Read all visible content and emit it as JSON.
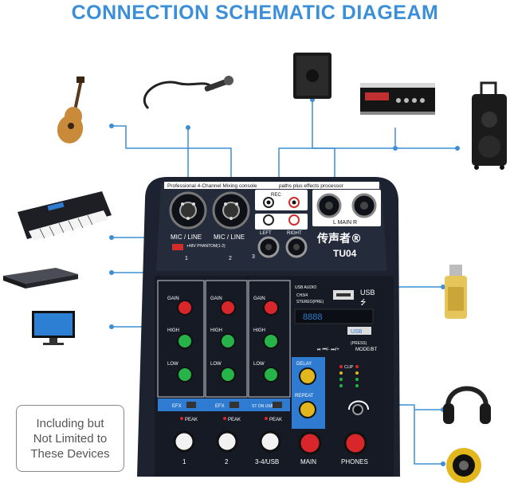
{
  "title": "CONNECTION SCHEMATIC DIAGEAM",
  "note": {
    "line1": "Including but",
    "line2": "Not Limited to",
    "line3": "These Devices"
  },
  "mixer": {
    "header": "Professional 4-Channel Mixing console",
    "header_right": "paths plus effects processor",
    "brand": "传声者®",
    "model": "TU04",
    "mic_line_1": "MIC / LINE",
    "mic_line_2": "MIC / LINE",
    "phantom": "+48V PHANTOM(1-2)",
    "ch1_num": "1",
    "ch2_num": "2",
    "ch3_num": "3",
    "rec": "REC",
    "left": "LEFT",
    "right": "RIGHT",
    "main_lr": "L MAIN R",
    "usb": "USB",
    "usb_audio": "USB AUDIO",
    "ch34": "CH3/4",
    "stereo_pre": "STEREO(PRE)",
    "gain": "GAIN",
    "high": "HIGH",
    "low": "LOW",
    "efx": "EFX",
    "peak": "PEAK",
    "st_usb": "ST ON USB",
    "delay": "DELAY",
    "repeat": "REPEAT",
    "clip": "CLIP",
    "bt_mode": "MODE/BT",
    "press": "(PRESS)",
    "bottom_1": "1",
    "bottom_2": "2",
    "bottom_3": "3-4/USB",
    "bottom_main": "MAIN",
    "bottom_phones": "PHONES",
    "led_display": "8888",
    "usb_badge": "USB"
  },
  "devices": {
    "left": [
      "guitar-icon",
      "microphone-icon",
      "keyboard-icon",
      "dvd-player-icon",
      "monitor-icon"
    ],
    "top": [
      "speaker-icon",
      "amplifier-icon",
      "trolley-speaker-icon"
    ],
    "right": [
      "usb-flash-drive-icon",
      "headphones-icon",
      "loudspeaker-icon"
    ]
  },
  "colors": {
    "title": "#3a8fd8",
    "line": "#3d8ed6",
    "panel": "#1c2230",
    "knob_red": "#d8262b",
    "knob_green": "#27b24a",
    "knob_yellow": "#e2b61d",
    "knob_white": "#f2f2f2",
    "accent_blue": "#2e7bd1"
  }
}
